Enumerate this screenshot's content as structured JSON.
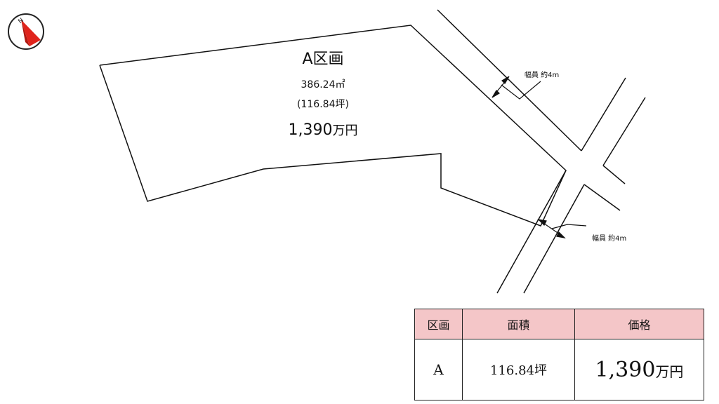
{
  "compass": {
    "label": "N",
    "icon": "north-arrow-icon",
    "accent": "#e0241c"
  },
  "lot": {
    "title": "A区画",
    "area_m2": "386.24㎡",
    "area_tsubo": "(116.84坪)",
    "price_number": "1,390",
    "price_unit": "万円"
  },
  "roads": [
    {
      "label": "幅員 約4m"
    },
    {
      "label": "幅員 約4m"
    }
  ],
  "table": {
    "headers": [
      "区画",
      "面積",
      "価格"
    ],
    "header_color": "#f4c6c8",
    "row": {
      "block": "A",
      "area": "116.84坪",
      "price_number": "1,390",
      "price_unit": "万円"
    }
  }
}
